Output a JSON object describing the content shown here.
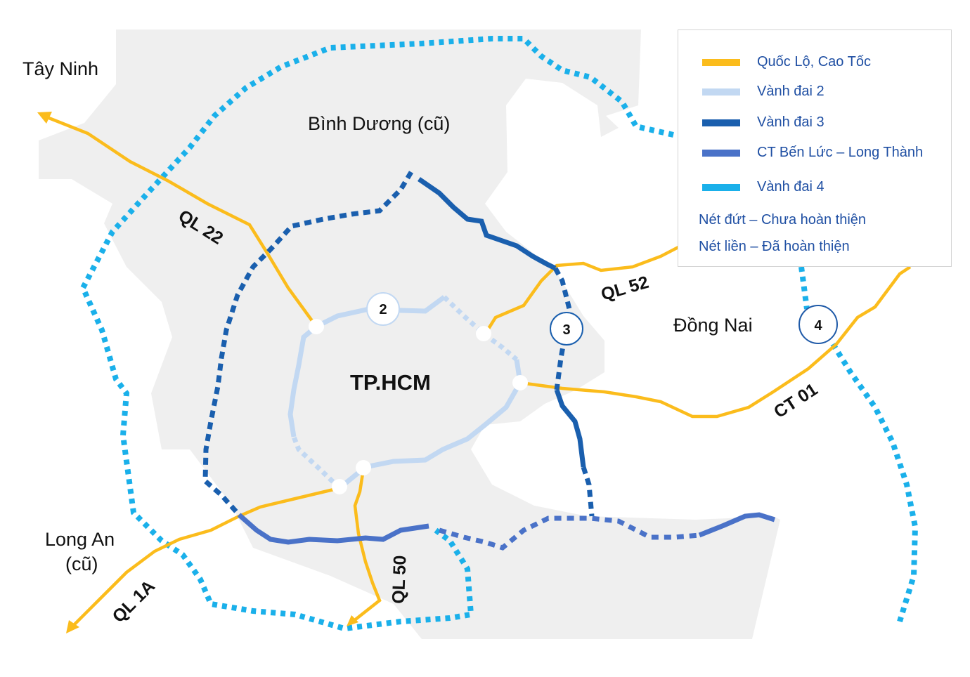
{
  "places": {
    "tay_ninh": "Tây Ninh",
    "binh_duong": "Bình Dương (cũ)",
    "dong_nai": "Đồng Nai",
    "long_an_line1": "Long An",
    "long_an_line2": "(cũ)",
    "tphcm": "TP.HCM"
  },
  "roads": {
    "ql22": "QL 22",
    "ql52": "QL 52",
    "ql1a": "QL 1A",
    "ql50": "QL 50",
    "ct01": "CT 01"
  },
  "badges": {
    "ring2": "2",
    "ring3": "3",
    "ring4": "4"
  },
  "legend": {
    "items": [
      {
        "label": "Quốc Lộ, Cao Tốc",
        "color": "#fbbc1c"
      },
      {
        "label": "Vành đai 2",
        "color": "#c2d8f2"
      },
      {
        "label": "Vành đai 3",
        "color": "#1a5fae"
      },
      {
        "label": "CT Bến Lức – Long Thành",
        "color": "#4a72c8"
      },
      {
        "label": "Vành đai 4",
        "color": "#1ab0ea"
      }
    ],
    "note_dashed": "Nét đứt – Chưa hoàn thiện",
    "note_solid": "Nét liền – Đã hoàn thiện"
  },
  "colors": {
    "land": "#efefef",
    "highway": "#fbbc1c",
    "ring2": "#c2d8f2",
    "ring3": "#1a5fae",
    "ct_benluc_longthanh": "#4a72c8",
    "ring4": "#1ab0ea",
    "legend_text": "#1f4fa3"
  }
}
